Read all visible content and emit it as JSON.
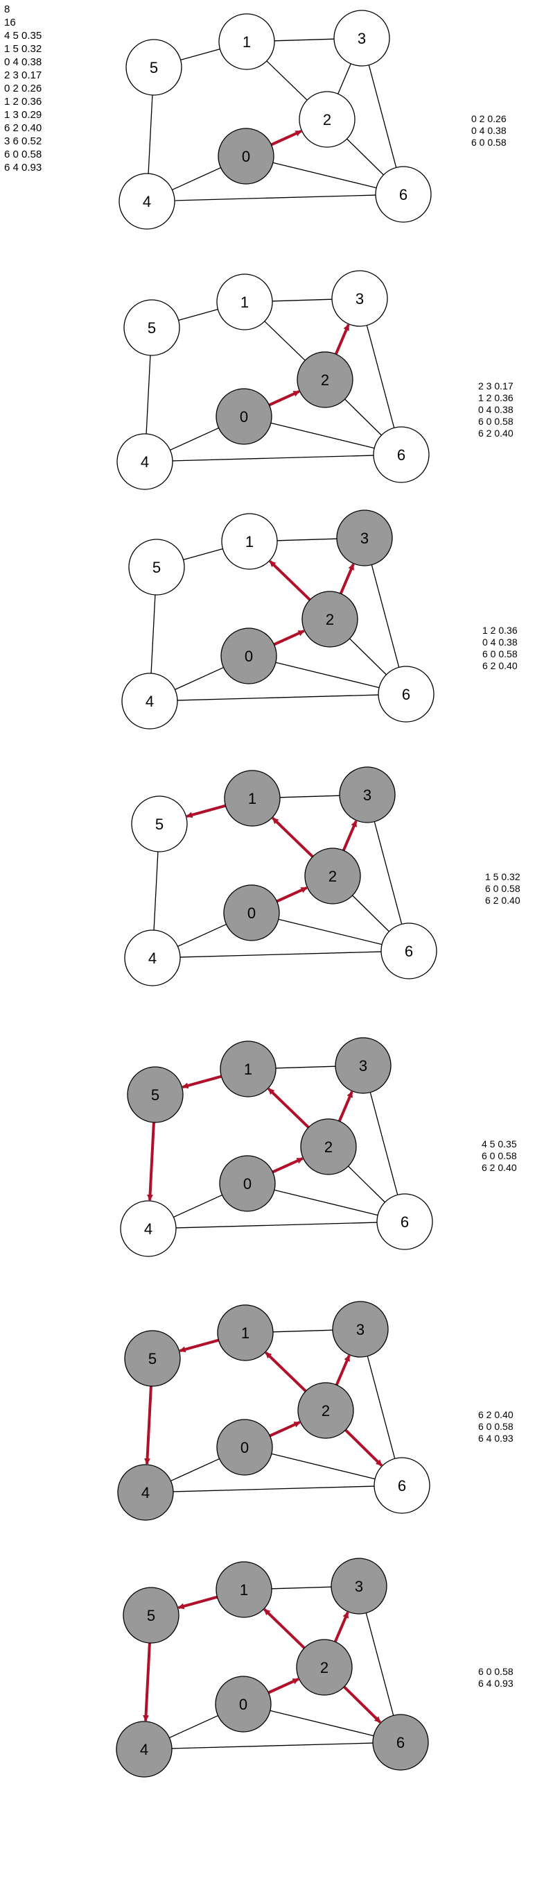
{
  "input_lines": [
    "8",
    "16",
    "4 5 0.35",
    "1 5 0.32",
    "0 4 0.38",
    "2 3 0.17",
    "0 2 0.26",
    "1 2 0.36",
    "1 3 0.29",
    "6 2 0.40",
    "3 6 0.52",
    "6 0 0.58",
    "6 4 0.93"
  ],
  "colors": {
    "visited": "#999999",
    "unvisited": "#ffffff",
    "tree_edge": "#b0102a",
    "edge": "#000000"
  },
  "edges": [
    [
      4,
      5
    ],
    [
      1,
      5
    ],
    [
      0,
      4
    ],
    [
      2,
      3
    ],
    [
      0,
      2
    ],
    [
      1,
      2
    ],
    [
      1,
      3
    ],
    [
      6,
      2
    ],
    [
      3,
      6
    ],
    [
      6,
      0
    ],
    [
      6,
      4
    ]
  ],
  "steps": [
    {
      "visited": [
        0
      ],
      "tree_edges": [
        [
          0,
          2
        ]
      ],
      "queue": [
        "0 2 0.26",
        "0 4 0.38",
        "6 0 0.58"
      ]
    },
    {
      "visited": [
        0,
        2
      ],
      "tree_edges": [
        [
          0,
          2
        ],
        [
          2,
          3
        ]
      ],
      "queue": [
        "2 3 0.17",
        "1 2 0.36",
        "0 4 0.38",
        "6 0 0.58",
        "6 2 0.40"
      ]
    },
    {
      "visited": [
        0,
        2,
        3
      ],
      "tree_edges": [
        [
          0,
          2
        ],
        [
          2,
          3
        ],
        [
          2,
          1
        ]
      ],
      "queue": [
        "1 2 0.36",
        "0 4 0.38",
        "6 0 0.58",
        "6 2 0.40"
      ]
    },
    {
      "visited": [
        0,
        2,
        3,
        1
      ],
      "tree_edges": [
        [
          0,
          2
        ],
        [
          2,
          3
        ],
        [
          2,
          1
        ],
        [
          1,
          5
        ]
      ],
      "queue": [
        "1 5 0.32",
        "6 0 0.58",
        "6 2 0.40"
      ]
    },
    {
      "visited": [
        0,
        2,
        3,
        1,
        5
      ],
      "tree_edges": [
        [
          0,
          2
        ],
        [
          2,
          3
        ],
        [
          2,
          1
        ],
        [
          1,
          5
        ],
        [
          5,
          4
        ]
      ],
      "queue": [
        "4 5 0.35",
        "6 0 0.58",
        "6 2 0.40"
      ]
    },
    {
      "visited": [
        0,
        2,
        3,
        1,
        5,
        4
      ],
      "tree_edges": [
        [
          0,
          2
        ],
        [
          2,
          3
        ],
        [
          2,
          1
        ],
        [
          1,
          5
        ],
        [
          5,
          4
        ],
        [
          2,
          6
        ]
      ],
      "queue": [
        "6 2 0.40",
        "6 0 0.58",
        "6 4 0.93"
      ]
    },
    {
      "visited": [
        0,
        2,
        3,
        1,
        5,
        4,
        6
      ],
      "tree_edges": [
        [
          0,
          2
        ],
        [
          2,
          3
        ],
        [
          2,
          1
        ],
        [
          1,
          5
        ],
        [
          5,
          4
        ],
        [
          2,
          6
        ]
      ],
      "queue": [
        "6 0 0.58",
        "6 4 0.93"
      ]
    }
  ]
}
